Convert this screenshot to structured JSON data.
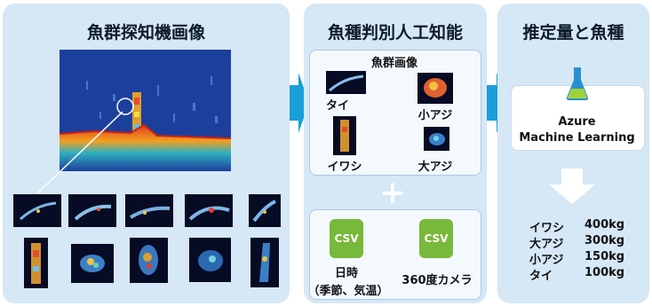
{
  "panel1": {
    "title": "魚群探知機画像"
  },
  "panel2": {
    "title": "魚種判別人工知能",
    "images_heading": "魚群画像",
    "fish_labels": [
      "タイ",
      "小アジ",
      "イワシ",
      "大アジ"
    ],
    "plus": "+",
    "csv_label": "CSV",
    "csv_captions": [
      "日時",
      "（季節、気温）",
      "360度カメラ"
    ]
  },
  "panel3": {
    "title": "推定量と魚種",
    "service_line1": "Azure",
    "service_line2": "Machine Learning",
    "results": [
      {
        "fish": "イワシ",
        "amount": "400kg"
      },
      {
        "fish": "大アジ",
        "amount": "300kg"
      },
      {
        "fish": "小アジ",
        "amount": "150kg"
      },
      {
        "fish": "タイ",
        "amount": "100kg"
      }
    ]
  },
  "colors": {
    "panel": "#d6e7f6",
    "arrow": "#1b9fd8",
    "csv": "#78b83a",
    "sonar_bg": "#1d3f9c"
  }
}
